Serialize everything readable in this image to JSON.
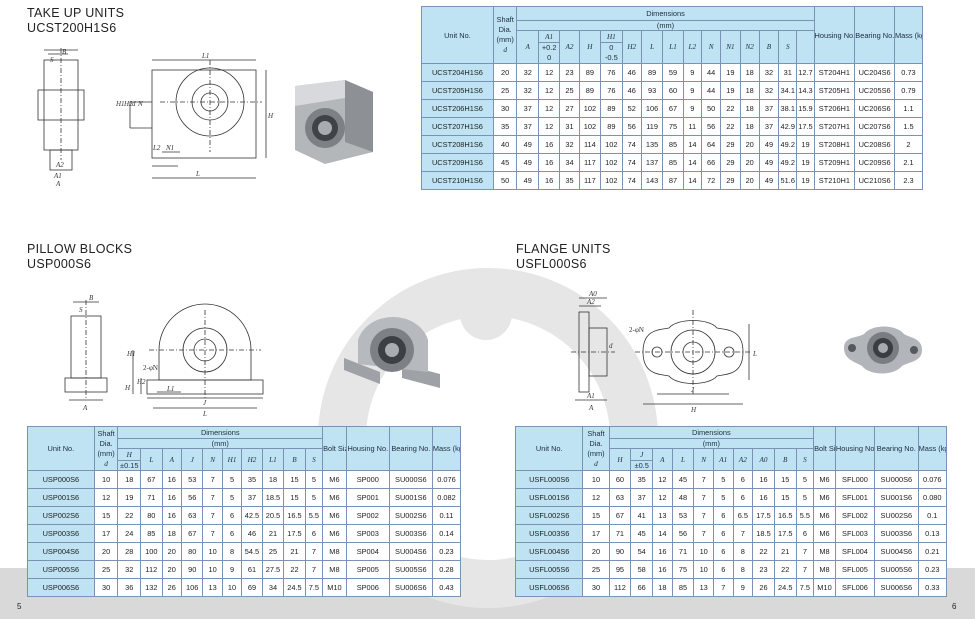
{
  "page_numbers": {
    "left": "5",
    "right": "6"
  },
  "takeup": {
    "title_line1": "TAKE UP UNITS",
    "title_line2": "UCST200H1S6",
    "headers": {
      "unit": "Unit No.",
      "shaft": [
        "Shaft",
        "Dia.",
        "(mm)",
        "d"
      ],
      "dimensions": [
        "Dimensions",
        "(mm)"
      ],
      "symbols": [
        "A",
        "A1",
        "A2",
        "H",
        "H1",
        "H2",
        "L",
        "L1",
        "L2",
        "N",
        "N1",
        "N2",
        "B",
        "S"
      ],
      "tol_a1": [
        "+0.2",
        "0"
      ],
      "tol_h1": [
        "0",
        "-0.5"
      ],
      "housing": "Housing No.",
      "bearing": "Bearing No.",
      "mass": "Mass (kg)"
    },
    "rows": [
      [
        "UCST204H1S6",
        "20",
        "32",
        "12",
        "23",
        "89",
        "76",
        "46",
        "89",
        "59",
        "9",
        "44",
        "19",
        "18",
        "32",
        "31",
        "12.7",
        "ST204H1",
        "UC204S6",
        "0.73"
      ],
      [
        "UCST205H1S6",
        "25",
        "32",
        "12",
        "25",
        "89",
        "76",
        "46",
        "93",
        "60",
        "9",
        "44",
        "19",
        "18",
        "32",
        "34.1",
        "14.3",
        "ST205H1",
        "UC205S6",
        "0.79"
      ],
      [
        "UCST206H1S6",
        "30",
        "37",
        "12",
        "27",
        "102",
        "89",
        "52",
        "106",
        "67",
        "9",
        "50",
        "22",
        "18",
        "37",
        "38.1",
        "15.9",
        "ST206H1",
        "UC206S6",
        "1.1"
      ],
      [
        "UCST207H1S6",
        "35",
        "37",
        "12",
        "31",
        "102",
        "89",
        "56",
        "119",
        "75",
        "11",
        "56",
        "22",
        "18",
        "37",
        "42.9",
        "17.5",
        "ST207H1",
        "UC207S6",
        "1.5"
      ],
      [
        "UCST208H1S6",
        "40",
        "49",
        "16",
        "32",
        "114",
        "102",
        "74",
        "135",
        "85",
        "14",
        "64",
        "29",
        "20",
        "49",
        "49.2",
        "19",
        "ST208H1",
        "UC208S6",
        "2"
      ],
      [
        "UCST209H1S6",
        "45",
        "49",
        "16",
        "34",
        "117",
        "102",
        "74",
        "137",
        "85",
        "14",
        "66",
        "29",
        "20",
        "49",
        "49.2",
        "19",
        "ST209H1",
        "UC209S6",
        "2.1"
      ],
      [
        "UCST210H1S6",
        "50",
        "49",
        "16",
        "35",
        "117",
        "102",
        "74",
        "143",
        "87",
        "14",
        "72",
        "29",
        "20",
        "49",
        "51.6",
        "19",
        "ST210H1",
        "UC210S6",
        "2.3"
      ]
    ]
  },
  "pillow": {
    "title_line1": "PILLOW BLOCKS",
    "title_line2": "USP000S6",
    "headers": {
      "unit": "Unit No.",
      "shaft": [
        "Shaft",
        "Dia.",
        "(mm)",
        "d"
      ],
      "dimensions": [
        "Dimensions",
        "(mm)"
      ],
      "symbols": [
        "H",
        "L",
        "A",
        "J",
        "N",
        "H1",
        "H2",
        "L1",
        "B",
        "S"
      ],
      "tol_h": "±0.15",
      "bolt": "Bolt Size",
      "housing": "Housing No.",
      "bearing": "Bearing No.",
      "mass": "Mass (kg)"
    },
    "rows": [
      [
        "USP000S6",
        "10",
        "18",
        "67",
        "16",
        "53",
        "7",
        "5",
        "35",
        "18",
        "15",
        "5",
        "M6",
        "SP000",
        "SU000S6",
        "0.076"
      ],
      [
        "USP001S6",
        "12",
        "19",
        "71",
        "16",
        "56",
        "7",
        "5",
        "37",
        "18.5",
        "15",
        "5",
        "M6",
        "SP001",
        "SU001S6",
        "0.082"
      ],
      [
        "USP002S6",
        "15",
        "22",
        "80",
        "16",
        "63",
        "7",
        "6",
        "42.5",
        "20.5",
        "16.5",
        "5.5",
        "M6",
        "SP002",
        "SU002S6",
        "0.11"
      ],
      [
        "USP003S6",
        "17",
        "24",
        "85",
        "18",
        "67",
        "7",
        "6",
        "46",
        "21",
        "17.5",
        "6",
        "M6",
        "SP003",
        "SU003S6",
        "0.14"
      ],
      [
        "USP004S6",
        "20",
        "28",
        "100",
        "20",
        "80",
        "10",
        "8",
        "54.5",
        "25",
        "21",
        "7",
        "M8",
        "SP004",
        "SU004S6",
        "0.23"
      ],
      [
        "USP005S6",
        "25",
        "32",
        "112",
        "20",
        "90",
        "10",
        "9",
        "61",
        "27.5",
        "22",
        "7",
        "M8",
        "SP005",
        "SU005S6",
        "0.28"
      ],
      [
        "USP006S6",
        "30",
        "36",
        "132",
        "26",
        "106",
        "13",
        "10",
        "69",
        "34",
        "24.5",
        "7.5",
        "M10",
        "SP006",
        "SU006S6",
        "0.43"
      ]
    ]
  },
  "flange": {
    "title_line1": "FLANGE UNITS",
    "title_line2": "USFL000S6",
    "headers": {
      "unit": "Unit No.",
      "shaft": [
        "Shaft",
        "Dia.",
        "(mm)",
        "d"
      ],
      "dimensions": [
        "Dimensions",
        "(mm)"
      ],
      "symbols": [
        "H",
        "J",
        "A",
        "L",
        "N",
        "A1",
        "A2",
        "A0",
        "B",
        "S"
      ],
      "tol_j": "±0.5",
      "bolt": "Bolt Size",
      "housing": "Housing No.",
      "bearing": "Bearing No.",
      "mass": "Mass (kg)"
    },
    "rows": [
      [
        "USFL000S6",
        "10",
        "60",
        "35",
        "12",
        "45",
        "7",
        "5",
        "6",
        "16",
        "15",
        "5",
        "M6",
        "SFL000",
        "SU000S6",
        "0.076"
      ],
      [
        "USFL001S6",
        "12",
        "63",
        "37",
        "12",
        "48",
        "7",
        "5",
        "6",
        "16",
        "15",
        "5",
        "M6",
        "SFL001",
        "SU001S6",
        "0.080"
      ],
      [
        "USFL002S6",
        "15",
        "67",
        "41",
        "13",
        "53",
        "7",
        "6",
        "6.5",
        "17.5",
        "16.5",
        "5.5",
        "M6",
        "SFL002",
        "SU002S6",
        "0.1"
      ],
      [
        "USFL003S6",
        "17",
        "71",
        "45",
        "14",
        "56",
        "7",
        "6",
        "7",
        "18.5",
        "17.5",
        "6",
        "M6",
        "SFL003",
        "SU003S6",
        "0.13"
      ],
      [
        "USFL004S6",
        "20",
        "90",
        "54",
        "16",
        "71",
        "10",
        "6",
        "8",
        "22",
        "21",
        "7",
        "M8",
        "SFL004",
        "SU004S6",
        "0.21"
      ],
      [
        "USFL005S6",
        "25",
        "95",
        "58",
        "16",
        "75",
        "10",
        "6",
        "8",
        "23",
        "22",
        "7",
        "M8",
        "SFL005",
        "SU005S6",
        "0.23"
      ],
      [
        "USFL006S6",
        "30",
        "112",
        "66",
        "18",
        "85",
        "13",
        "7",
        "9",
        "26",
        "24.5",
        "7.5",
        "M10",
        "SFL006",
        "SU006S6",
        "0.33"
      ]
    ]
  },
  "drawing_labels": {
    "takeup": [
      "B",
      "S",
      "L1",
      "H1",
      "H2",
      "d",
      "N",
      "H",
      "L2",
      "N1",
      "L",
      "A2",
      "A1",
      "A"
    ],
    "pillow": [
      "B",
      "S",
      "H1",
      "H2",
      "2-φN",
      "H",
      "L1",
      "J",
      "L",
      "A"
    ],
    "flange": [
      "A0",
      "A2",
      "2-φN",
      "d",
      "J",
      "L",
      "H",
      "A1",
      "A"
    ]
  }
}
